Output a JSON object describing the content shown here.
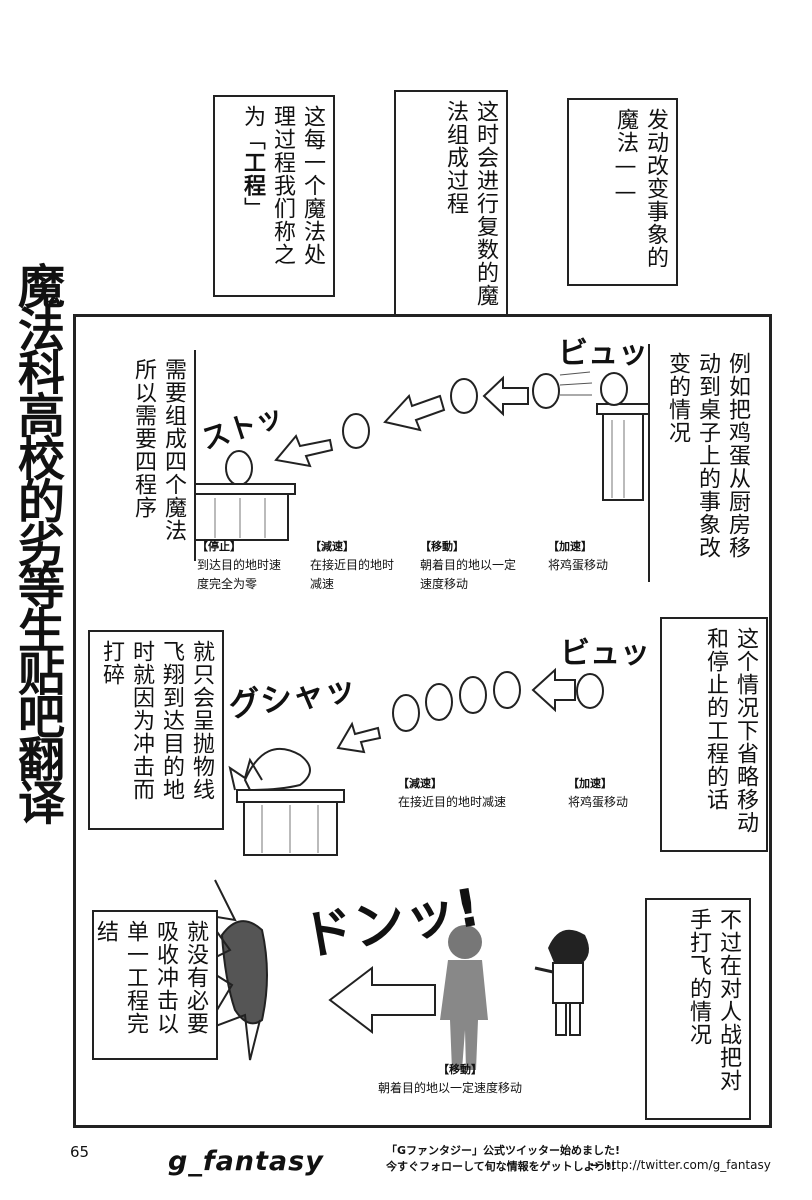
{
  "side_title": "魔法科高校的劣等生贴吧翻译",
  "top_bubbles": [
    {
      "text": "发动改变事象的魔法——"
    },
    {
      "text": "这时会进行复数的魔法组成过程"
    },
    {
      "text_before": "这每一个魔法处理过程我们称之为",
      "term": "工程"
    }
  ],
  "panel1": {
    "bubble_right": "例如把鸡蛋从厨房移动到桌子上的事象改变的情况",
    "bubble_left": "需要组成四个魔法所以需要四程序",
    "sfx_top": "ビュッ",
    "sfx_stop": "ストッ",
    "captions": [
      {
        "label": "【加速】",
        "text": "将鸡蛋移动"
      },
      {
        "label": "【移動】",
        "text": "朝着目的地以一定速度移动"
      },
      {
        "label": "【減速】",
        "text": "在接近目的地时减速"
      },
      {
        "label": "【停止】",
        "text": "到达目的地时速度完全为零"
      }
    ]
  },
  "panel2": {
    "bubble_right": "这个情况下省略移动和停止的工程的话",
    "bubble_left": "就只会呈抛物线飞翔到达目的地时就因为冲击而打碎",
    "sfx_top": "ビュッ",
    "sfx_crash": "グシャッ",
    "captions": [
      {
        "label": "【加速】",
        "text": "将鸡蛋移动"
      },
      {
        "label": "【減速】",
        "text": "在接近目的地时减速"
      }
    ]
  },
  "panel3": {
    "bubble_right": "不过在对人战把对手打飞的情况",
    "bubble_left": "就没有必要吸收冲击以单一工程完结",
    "sfx_hit": "ドンッ!",
    "caption": {
      "label": "【移動】",
      "text": "朝着目的地以一定速度移动"
    }
  },
  "footer": {
    "page_number": "65",
    "logo": "g_fantasy",
    "promo_line1": "「Gファンタジー」公式ツイッター始めました!",
    "promo_line2": "今すぐフォローして旬な情報をゲットしよう!!",
    "url": "http://twitter.com/g_fantasy"
  }
}
